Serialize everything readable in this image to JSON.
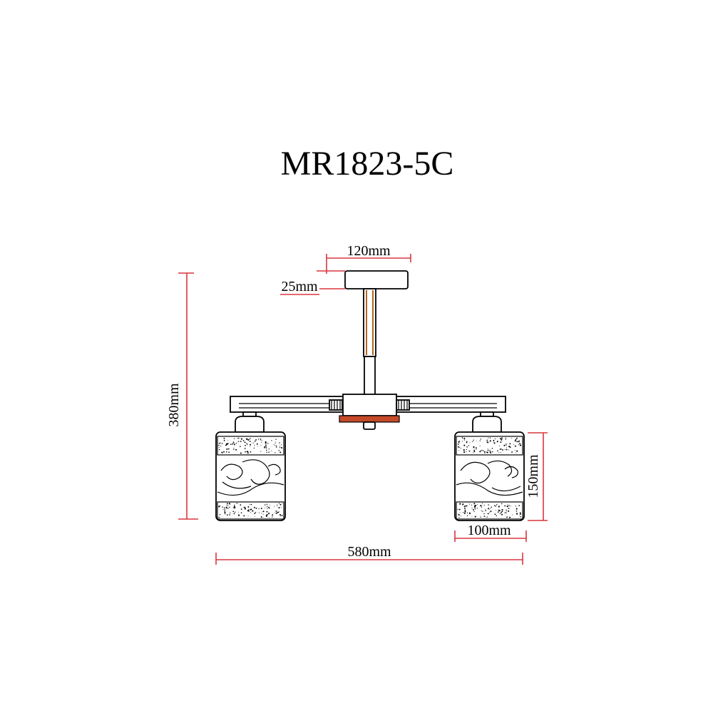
{
  "title": "MR1823-5C",
  "dimensions": {
    "canopy_width": "120mm",
    "canopy_height": "25mm",
    "total_height": "380mm",
    "shade_height": "150mm",
    "shade_width": "100mm",
    "total_width": "580mm"
  },
  "colors": {
    "dimension_line": "#d9363e",
    "accent": "#c44a2a",
    "rod": "#b5651d",
    "outline": "#000000"
  }
}
